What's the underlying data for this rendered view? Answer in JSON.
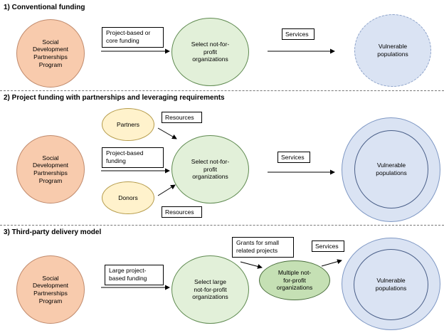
{
  "sections": [
    {
      "title": "1) Conventional funding",
      "funder": "Social\nDevelopment\nPartnerships\nProgram",
      "funding_label": "Project-based or\ncore funding",
      "organizations": "Select not-for-\nprofit\norganizations",
      "services_label": "Services",
      "beneficiaries": "Vulnerable\npopulations"
    },
    {
      "title": "2) Project funding with partnerships and leveraging requirements",
      "funder": "Social\nDevelopment\nPartnerships\nProgram",
      "partners": "Partners",
      "donors": "Donors",
      "resources_top": "Resources",
      "resources_bottom": "Resources",
      "funding_label": "Project-based\nfunding",
      "organizations": "Select not-for-\nprofit\norganizations",
      "services_label": "Services",
      "beneficiaries": "Vulnerable\npopulations"
    },
    {
      "title": "3) Third-party delivery model",
      "funder": "Social\nDevelopment\nPartnerships\nProgram",
      "funding_label": "Large project-\nbased funding",
      "organizations": "Select large\nnot-for-profit\norganizations",
      "grants_label": "Grants for small\nrelated projects",
      "sub_organizations": "Multiple not-\nfor-profit\norganizations",
      "services_label": "Services",
      "beneficiaries": "Vulnerable\npopulations"
    }
  ],
  "colors": {
    "funder": "#f8cbad",
    "organization": "#e2f0d9",
    "sub_organization": "#c5e0b4",
    "beneficiary": "#dae3f3",
    "partner": "#fff2cc"
  }
}
